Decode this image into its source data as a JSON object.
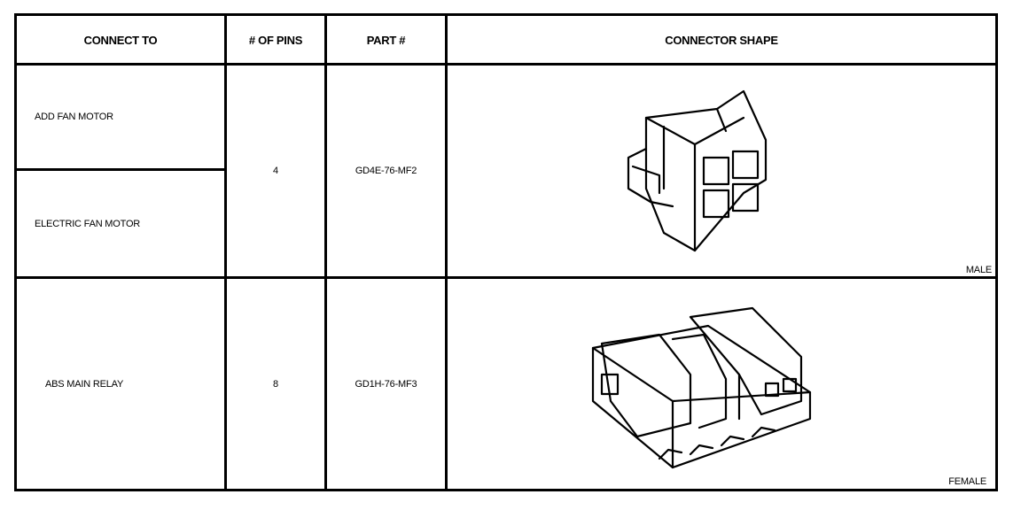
{
  "table": {
    "headers": {
      "connect_to": "CONNECT TO",
      "pins": "# OF PINS",
      "part": "PART #",
      "shape": "CONNECTOR SHAPE"
    },
    "rows": [
      {
        "connect_to": [
          "ADD FAN MOTOR",
          "ELECTRIC FAN MOTOR"
        ],
        "pins": "4",
        "part": "GD4E-76-MF2",
        "shape_icon": "connector-4-pin-male-icon",
        "gender": "MALE"
      },
      {
        "connect_to": [
          "ABS MAIN RELAY"
        ],
        "pins": "8",
        "part": "GD1H-76-MF3",
        "shape_icon": "connector-8-pin-female-icon",
        "gender": "FEMALE"
      }
    ]
  }
}
